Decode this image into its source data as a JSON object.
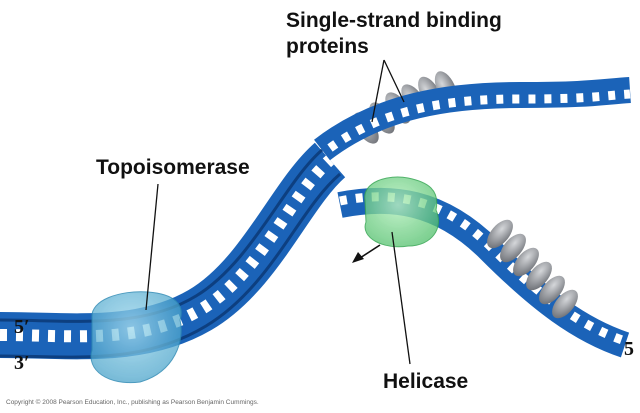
{
  "labels": {
    "ssb_line1": "Single-strand binding",
    "ssb_line2": "proteins",
    "topoisomerase": "Topoisomerase",
    "helicase": "Helicase"
  },
  "ends": {
    "left_top": "5′",
    "left_bottom": "3′",
    "right_bottom": "5"
  },
  "copyright": "Copyright © 2008 Pearson Education, Inc., publishing as Pearson Benjamin Cummings.",
  "colors": {
    "strand": "#1b63b8",
    "strand_dark": "#0d3f80",
    "base_rung": "#ffffff",
    "protein_gray": "#8a8d92",
    "topoisomerase": "#6fb7d6",
    "helicase": "#7fd68f"
  }
}
